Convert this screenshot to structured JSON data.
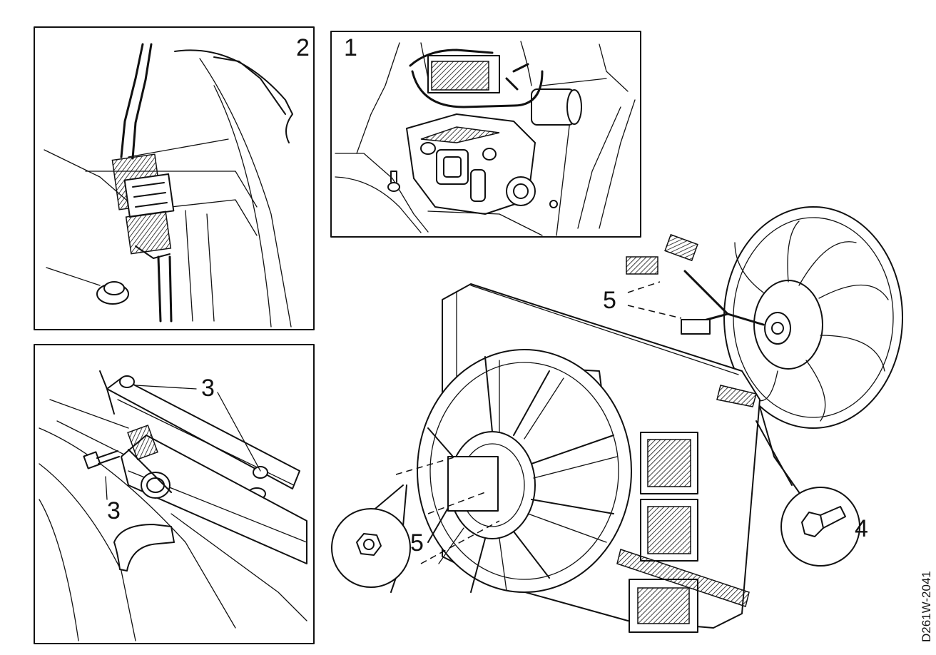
{
  "panels": [
    {
      "id": "panel-1",
      "label": "1"
    },
    {
      "id": "panel-2",
      "label": "2"
    },
    {
      "id": "panel-3",
      "label": ""
    }
  ],
  "callouts": {
    "clamp_bolt_upper": "3",
    "clamp_bolt_lower": "3",
    "fan_connector_upper": "5",
    "fan_connector_lower": "5",
    "shroud_bolt": "4"
  },
  "figure_code": "D261W-2041"
}
